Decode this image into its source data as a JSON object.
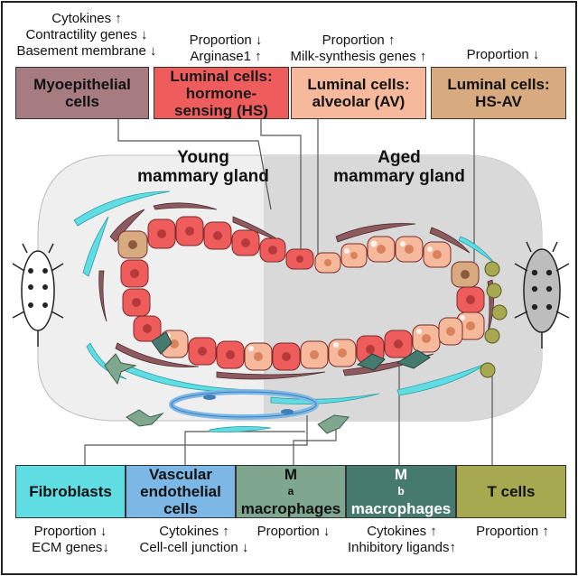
{
  "colors": {
    "myoepithelial": "#a77c80",
    "luminal_hs": "#ef5c5c",
    "luminal_av": "#f7b99b",
    "luminal_hsav": "#d8aa80",
    "fibroblasts": "#5fdde2",
    "vascular": "#7db7e6",
    "ma_macrophages": "#7fa68f",
    "mb_macrophages": "#467a6e",
    "t_cells": "#a6a94f"
  },
  "top_boxes": [
    {
      "line1": "Myoepithelial",
      "line2": "cells",
      "line3": ""
    },
    {
      "line1": "Luminal cells:",
      "line2": "hormone-",
      "line3": "sensing (HS)"
    },
    {
      "line1": "Luminal cells:",
      "line2": "alveolar (AV)",
      "line3": ""
    },
    {
      "line1": "Luminal cells:",
      "line2": "HS-AV",
      "line3": ""
    }
  ],
  "top_notes": {
    "myoepithelial": [
      "Cytokines ↑",
      "Contractility genes ↓",
      "Basement membrane ↓"
    ],
    "hs": [
      "Proportion ↓",
      "Arginase1 ↑"
    ],
    "av": [
      "Proportion ↑",
      "Milk-synthesis genes ↑"
    ],
    "hsav": [
      "Proportion ↓"
    ]
  },
  "gland": {
    "young": [
      "Young",
      "mammary gland"
    ],
    "aged": [
      "Aged",
      "mammary gland"
    ]
  },
  "bottom_boxes": [
    {
      "line1": "Fibroblasts",
      "line2": "",
      "line3": ""
    },
    {
      "line1": "Vascular",
      "line2": "endothelial",
      "line3": "cells"
    },
    {
      "main": "M",
      "sub": "a",
      "line2": "macrophages"
    },
    {
      "main": "M",
      "sub": "b",
      "line2": "macrophages"
    },
    {
      "line1": "T cells",
      "line2": "",
      "line3": ""
    }
  ],
  "bottom_notes": {
    "fibroblasts": [
      "Proportion  ↓",
      "ECM genes↓"
    ],
    "vascular": [
      "Cytokines ↑",
      "Cell-cell junction ↓"
    ],
    "ma": [
      "Proportion ↓"
    ],
    "mb": [
      "Cytokines ↑",
      "Inhibitory ligands↑"
    ],
    "tcells": [
      "Proportion ↑"
    ]
  }
}
